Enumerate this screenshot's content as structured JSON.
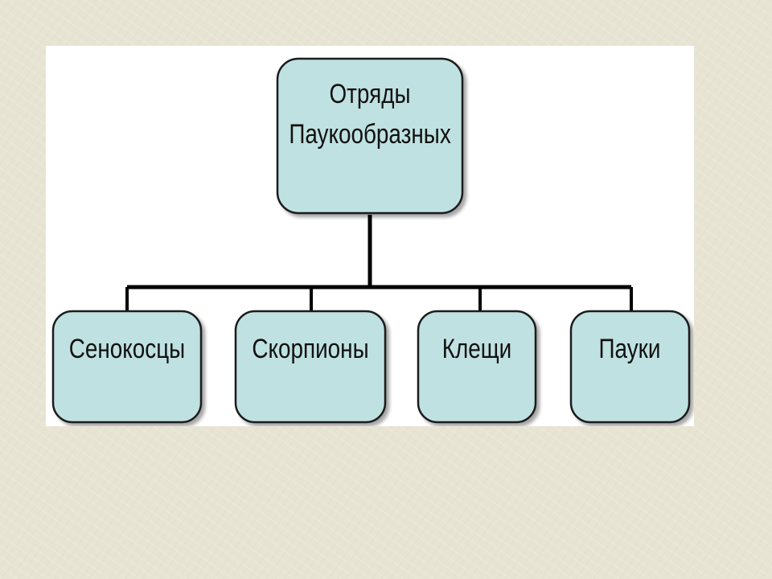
{
  "diagram": {
    "root": {
      "lines": [
        "Отряды",
        "Паукообразных"
      ]
    },
    "children": [
      {
        "label": "Сенокосцы"
      },
      {
        "label": "Скорпионы"
      },
      {
        "label": "Клещи"
      },
      {
        "label": "Пауки"
      }
    ]
  },
  "colors": {
    "node_fill": "#bfe1e1",
    "node_stroke": "#1a1a1a",
    "connector": "#000000",
    "background": "#e8e4d3",
    "panel": "#ffffff"
  }
}
